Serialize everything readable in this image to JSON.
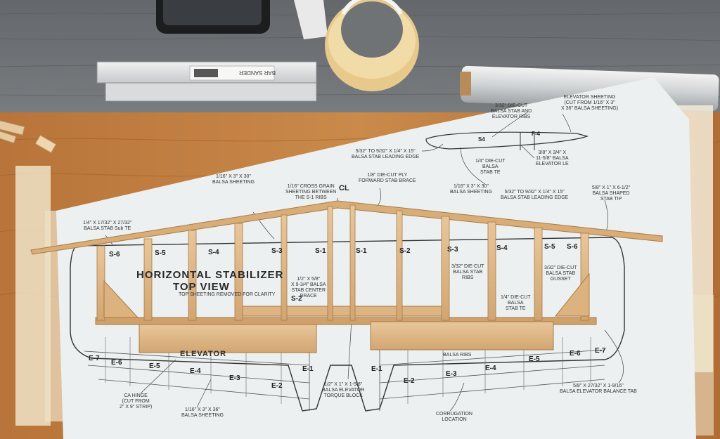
{
  "sander_brand": "BAR SANDER",
  "plan": {
    "title_line1": "HORIZONTAL STABILIZER",
    "title_line2": "TOP VIEW",
    "sub_note": "TOP SHEETING REMOVED FOR CLARITY",
    "elevator_word": "ELEVATOR",
    "stab_ribs": [
      "S-6",
      "S-5",
      "S-4",
      "S-3",
      "S-2",
      "S-1",
      "S-1",
      "S-2",
      "S-3",
      "S-4",
      "S-5",
      "S-6"
    ],
    "elev_ribs": [
      "E-7",
      "E-6",
      "E-5",
      "E-4",
      "E-3",
      "E-2",
      "E-1",
      "E-1",
      "E-2",
      "E-3",
      "E-4",
      "E-5",
      "E-6",
      "E-7"
    ],
    "section_labels": [
      "S4",
      "F-4"
    ],
    "centerline": "CL",
    "labels": {
      "elevator_sheeting": "ELEVATOR SHEETING\n(CUT FROM 1/16\" X 3\"\nX 36\" BALSA SHEETING)",
      "diecut_ribs": "3/32\" DIE-CUT\nBALSA STAB AND\nELEVATOR RIBS",
      "stab_leading_edge_1": "5/32\" TO 9/32\" X 1/4\" X 15\"\nBALSA STAB LEADING EDGE",
      "forward_brace": "1/8\" DIE-CUT PLY\nFORWARD STAB BRACE",
      "stab_te_top": "1/4\" DIE-CUT\nBALSA\nSTAB TE",
      "elevator_le": "3/8\" X 3/4\" X\n11-5/8\" BALSA\nELEVATOR LE",
      "balsa_sheeting_top": "1/16\" X 3\" X 30\"\nBALSA SHEETING",
      "cross_grain": "1/16\" CROSS GRAIN\nSHEETING BETWEEN\nTHE S-1 RIBS",
      "balsa_sheeting_right": "1/16\" X 3\" X 30\"\nBALSA SHEETING",
      "stab_leading_edge_2": "5/32\" TO 9/32\" X 1/4\" X 15\"\nBALSA STAB LEADING EDGE",
      "shaped_tip": "5/8\" X 1\" X 6-1/2\"\nBALSA SHAPED\nSTAB TIP",
      "stab_sub_te": "1/4\" X 17/32\" X 27/32\"\nBALSA STAB Sub TE",
      "center_brace": "1/2\" X 5/8\"\nX 9-3/4\" BALSA\nSTAB CENTER\nBRACE",
      "stab_ribs_mid": "3/32\" DIE-CUT\nBALSA STAB\nRIBS",
      "stab_te_mid": "1/4\" DIE-CUT\nBALSA\nSTAB TE",
      "stab_gusset": "3/32\" DIE-CUT\nBALSA STAB\nGUSSET",
      "elev_ribs_bottom": "BALSA RIBS",
      "ca_hinge": "CA HINGE\n(CUT FROM\n2\" X 9\" STRIP)",
      "balsa_sheeting_bottom": "1/16\" X 3\" X 36\"\nBALSA SHEETING",
      "torque_block": "1/2\" X 1\" X 1-5/8\"\nBALSA ELEVATOR\nTORQUE BLOCK",
      "corrugation": "CORRUGATION\nLOCATION",
      "balance_tab": "5/8\" X 27/32\" X 1-9/16\"\nBALSA ELEVATOR BALANCE TAB"
    }
  }
}
